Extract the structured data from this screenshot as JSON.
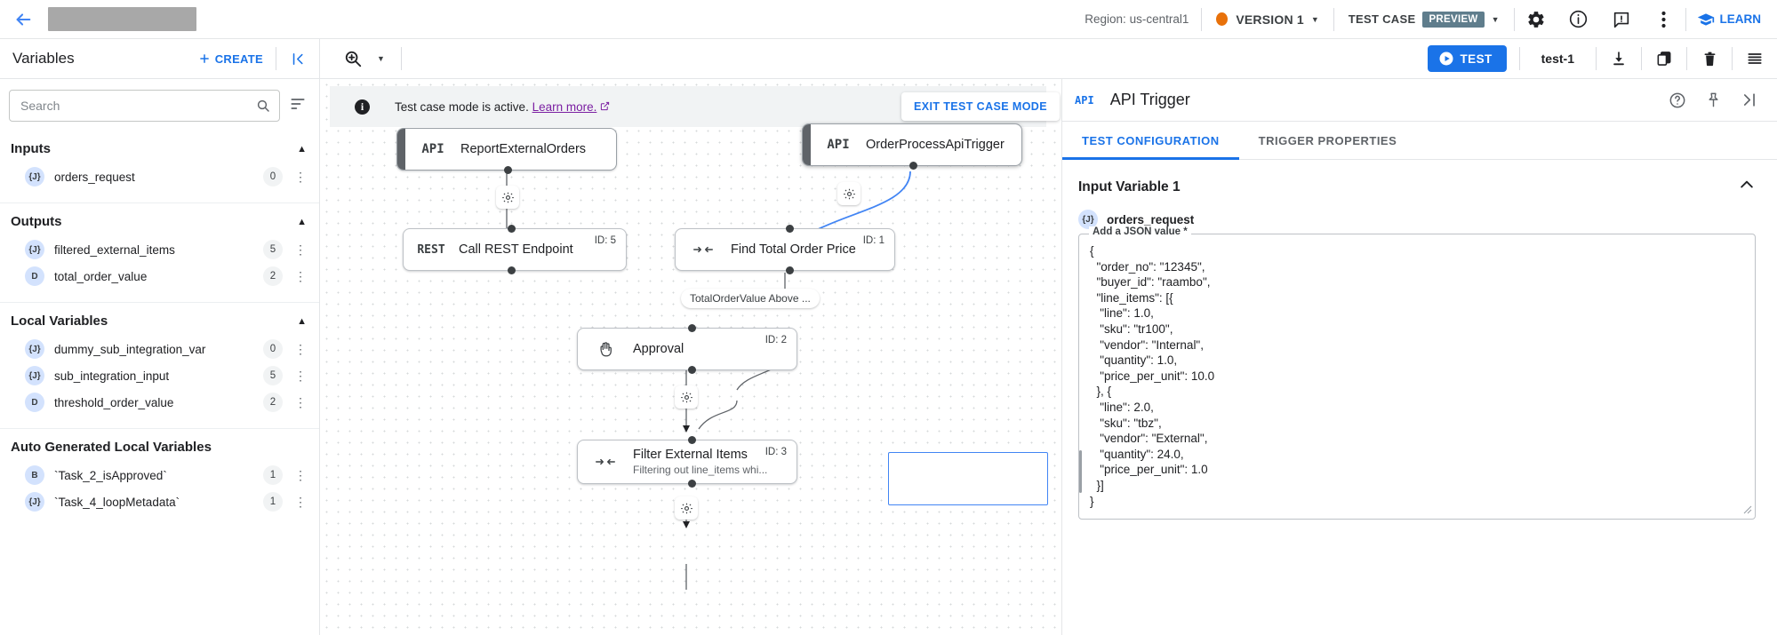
{
  "topbar": {
    "back_icon": "back-arrow-icon",
    "title_redacted": "",
    "region": "Region: us-central1",
    "version_label": "VERSION 1",
    "testcase_label": "TEST CASE",
    "preview_badge": "PREVIEW",
    "settings_icon": "gear-icon",
    "info_icon": "info-icon",
    "feedback_icon": "feedback-icon",
    "more_icon": "more-vert-icon",
    "learn_label": "LEARN",
    "accent_blue": "#1a73e8",
    "version_dot_color": "#e8710a",
    "preview_badge_color": "#5f7d8c"
  },
  "secondbar": {
    "variables_title": "Variables",
    "create_label": "CREATE",
    "collapse_icon": "collapse-panel-icon",
    "zoom_icon": "zoom-icon",
    "test_label": "TEST",
    "test_case_name": "test-1",
    "download_icon": "download-icon",
    "copy_icon": "copy-icon",
    "delete_icon": "trash-icon",
    "list_icon": "list-icon"
  },
  "left_panel": {
    "search_placeholder": "Search",
    "search_value": "",
    "sort_icon": "sort-icon",
    "sections": [
      {
        "title": "Inputs",
        "items": [
          {
            "type": "{J}",
            "name": "orders_request",
            "count": "0"
          }
        ]
      },
      {
        "title": "Outputs",
        "items": [
          {
            "type": "{J}",
            "name": "filtered_external_items",
            "count": "5"
          },
          {
            "type": "D",
            "name": "total_order_value",
            "count": "2"
          }
        ]
      },
      {
        "title": "Local Variables",
        "items": [
          {
            "type": "{J}",
            "name": "dummy_sub_integration_var",
            "count": "0"
          },
          {
            "type": "{J}",
            "name": "sub_integration_input",
            "count": "5"
          },
          {
            "type": "D",
            "name": "threshold_order_value",
            "count": "2"
          }
        ]
      },
      {
        "title": "Auto Generated Local Variables",
        "items": [
          {
            "type": "B",
            "name": "`Task_2_isApproved`",
            "count": "1"
          },
          {
            "type": "{J}",
            "name": "`Task_4_loopMetadata`",
            "count": "1"
          }
        ]
      }
    ]
  },
  "canvas": {
    "banner_text": "Test case mode is active.",
    "banner_link": "Learn more.",
    "banner_link_icon": "external-link-icon",
    "exit_label": "EXIT TEST CASE MODE",
    "nodes": [
      {
        "icon": "API",
        "icon_name": "api-icon",
        "title": "ReportExternalOrders",
        "subtitle": "",
        "id": ""
      },
      {
        "icon": "API",
        "icon_name": "api-icon",
        "title": "OrderProcessApiTrigger",
        "subtitle": "",
        "id": ""
      },
      {
        "icon": "REST",
        "icon_name": "rest-icon",
        "title": "Call REST Endpoint",
        "subtitle": "",
        "id": "ID: 5"
      },
      {
        "icon": "→←",
        "icon_name": "mapping-icon",
        "title": "Find Total Order Price",
        "subtitle": "",
        "id": "ID: 1"
      },
      {
        "icon": "✋",
        "icon_name": "hand-icon",
        "title": "Approval",
        "subtitle": "",
        "id": "ID: 2"
      },
      {
        "icon": "→←",
        "icon_name": "mapping-icon",
        "title": "Filter External Items",
        "subtitle": "Filtering out line_items whi...",
        "id": "ID: 3"
      }
    ],
    "edge_label": "TotalOrderValue Above ..."
  },
  "right_panel": {
    "api_badge": "API",
    "title": "API Trigger",
    "help_icon": "help-icon",
    "pin_icon": "pin-icon",
    "expand_icon": "expand-panel-icon",
    "tabs": [
      {
        "label": "TEST CONFIGURATION",
        "active": true
      },
      {
        "label": "TRIGGER PROPERTIES",
        "active": false
      }
    ],
    "input_variable_title": "Input Variable 1",
    "collapse_icon": "chevron-up-icon",
    "variable_type": "{J}",
    "variable_name": "orders_request",
    "json_legend": "Add a JSON value *",
    "json_value": "{\n  \"order_no\": \"12345\",\n  \"buyer_id\": \"raambo\",\n  \"line_items\": [{\n   \"line\": 1.0,\n   \"sku\": \"tr100\",\n   \"vendor\": \"Internal\",\n   \"quantity\": 1.0,\n   \"price_per_unit\": 10.0\n  }, {\n   \"line\": 2.0,\n   \"sku\": \"tbz\",\n   \"vendor\": \"External\",\n   \"quantity\": 24.0,\n   \"price_per_unit\": 1.0\n  }]\n}"
  }
}
